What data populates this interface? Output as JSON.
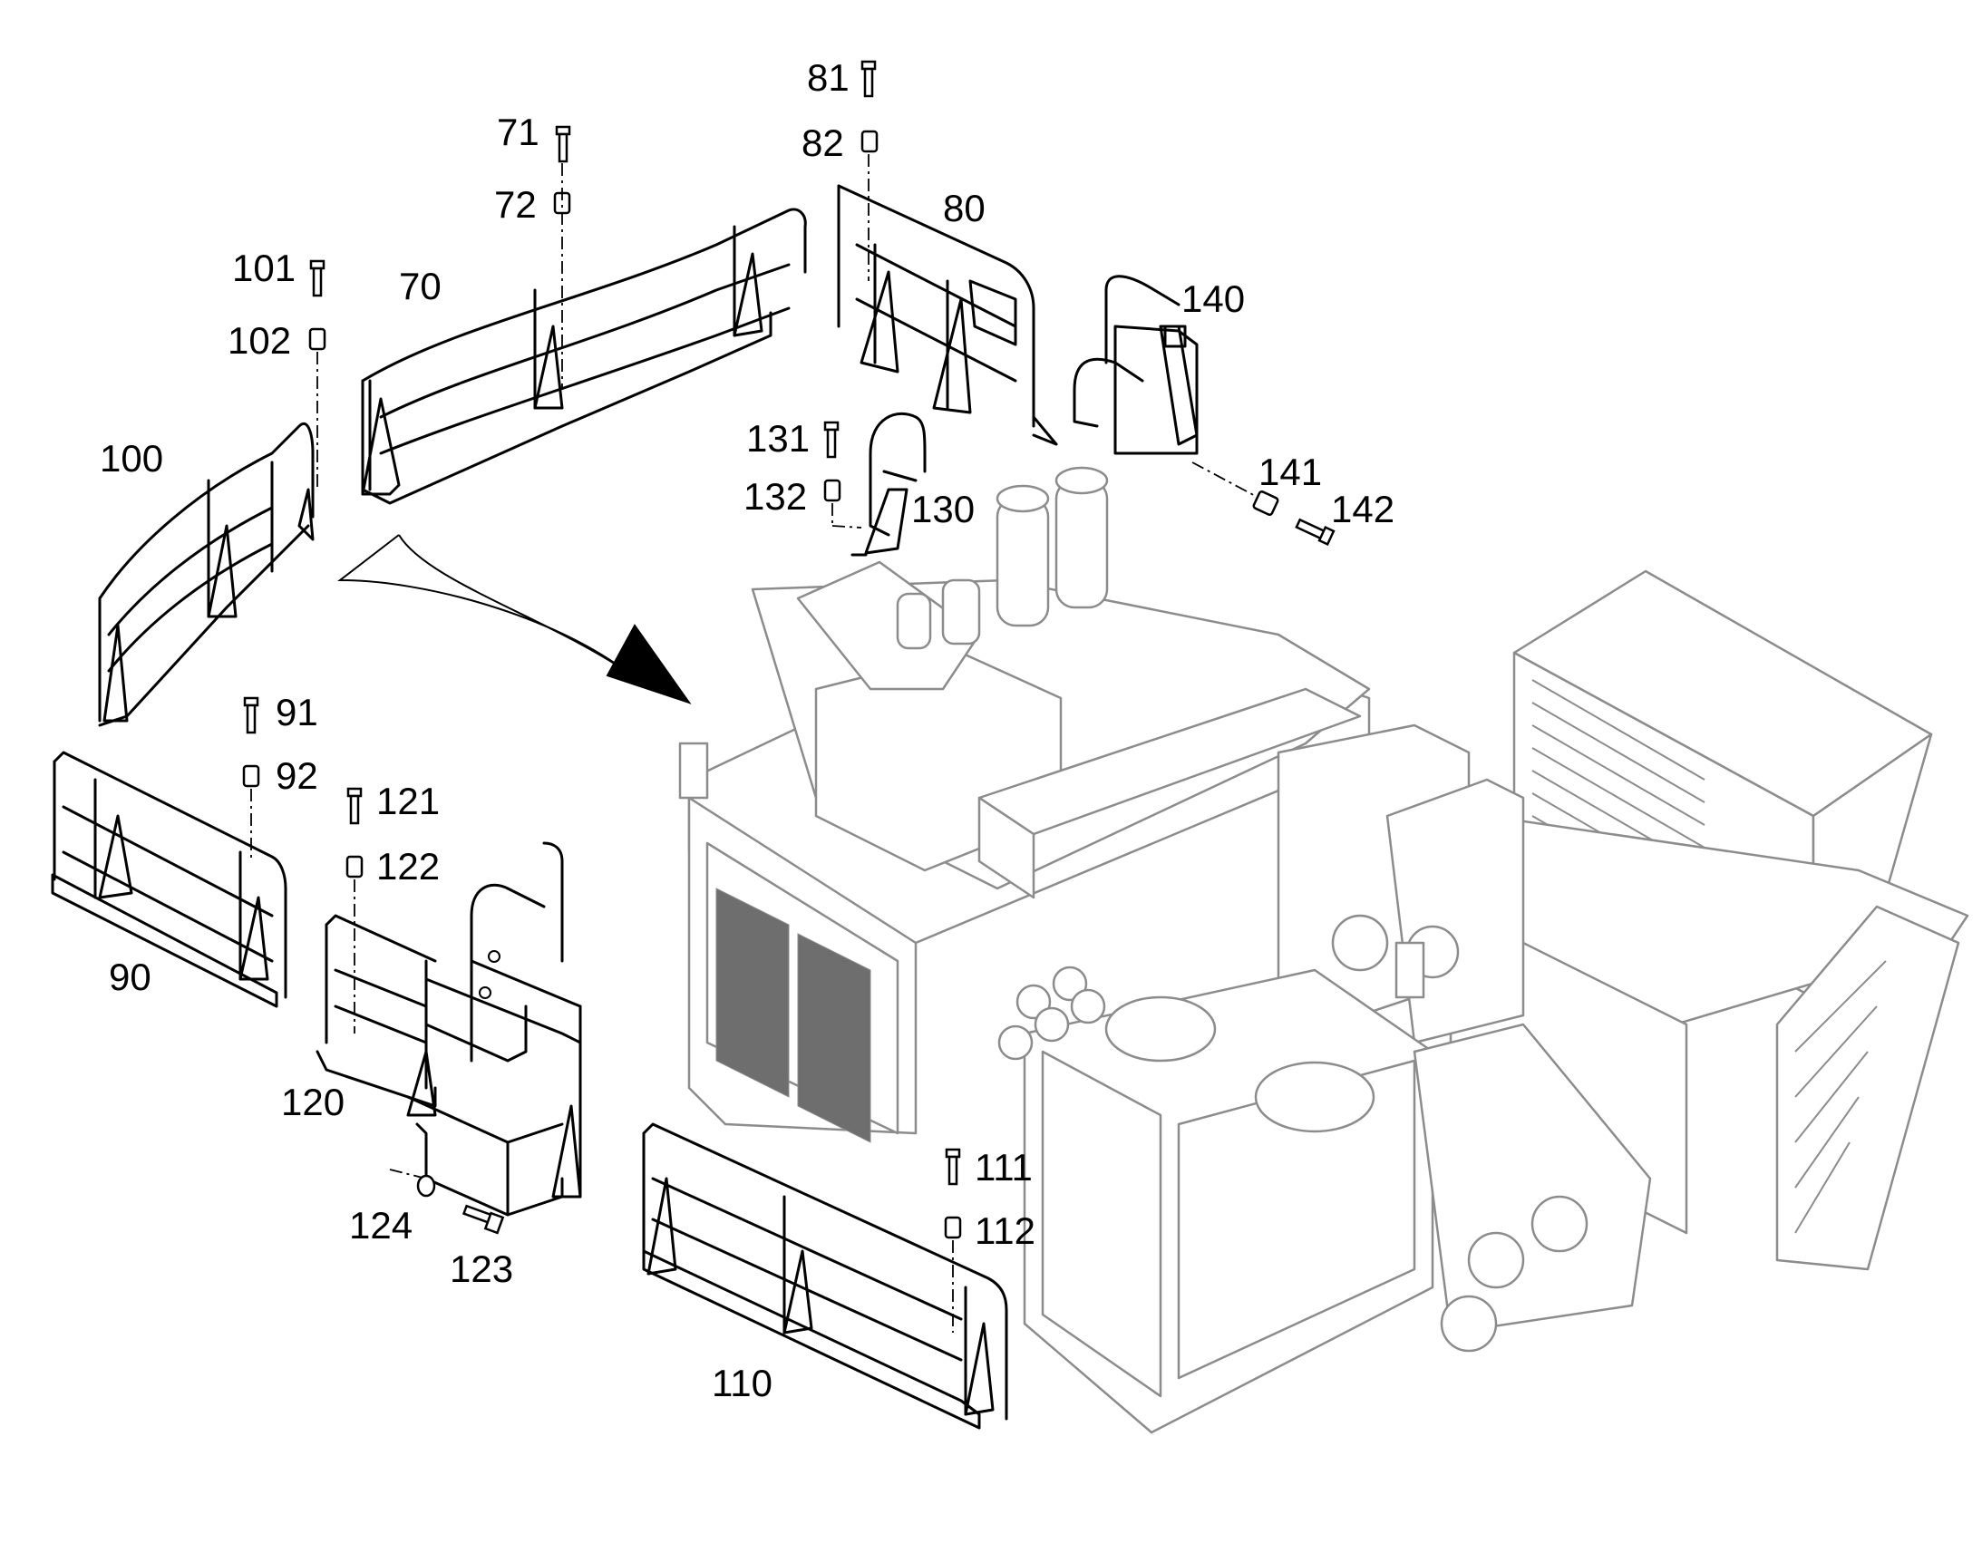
{
  "labels": {
    "l70": "70",
    "l71": "71",
    "l72": "72",
    "l80": "80",
    "l81": "81",
    "l82": "82",
    "l90": "90",
    "l91": "91",
    "l92": "92",
    "l100": "100",
    "l101": "101",
    "l102": "102",
    "l110": "110",
    "l111": "111",
    "l112": "112",
    "l120": "120",
    "l121": "121",
    "l122": "122",
    "l123": "123",
    "l124": "124",
    "l130": "130",
    "l131": "131",
    "l132": "132",
    "l140": "140",
    "l141": "141",
    "l142": "142"
  },
  "colors": {
    "parts": "#000000",
    "machine": "#8c8c8c",
    "grille": "#6e6e6e",
    "background": "#ffffff"
  },
  "icons": {
    "direction": "curved-arrow-icon"
  }
}
